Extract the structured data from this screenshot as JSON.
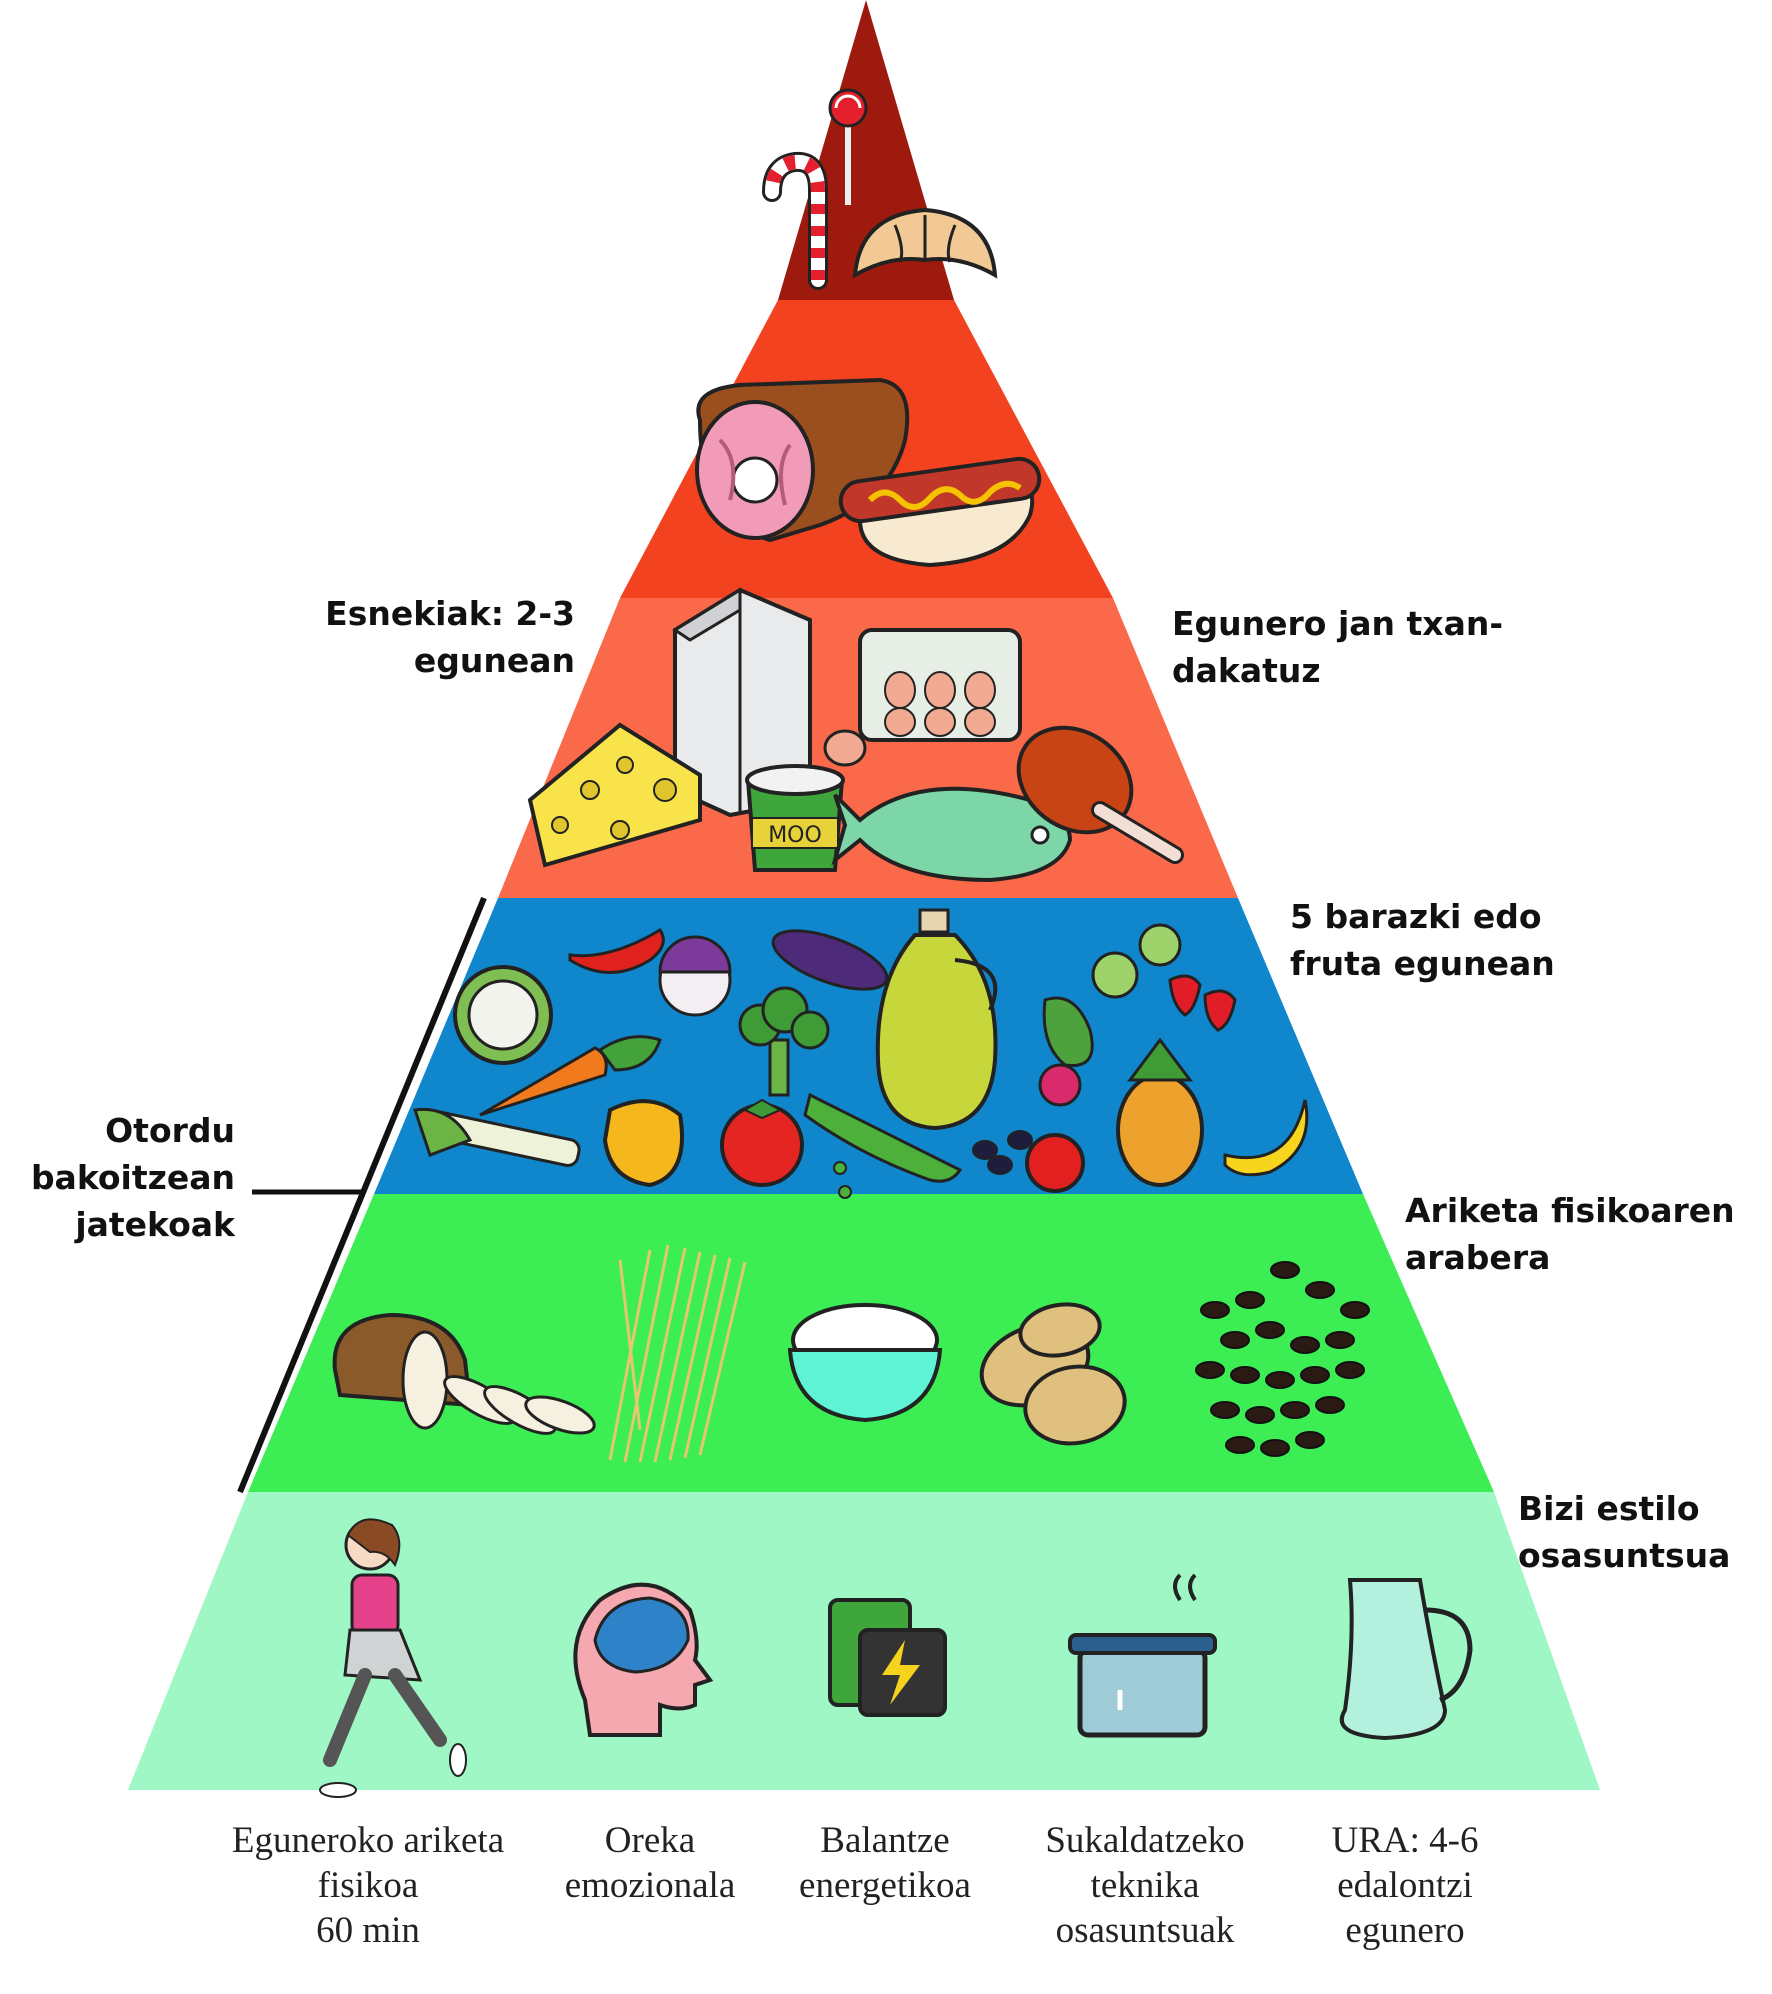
{
  "labels": {
    "dairy": "Esnekiak: 2-3\negunean",
    "rotate": "Egunero jan txan-\ndakatuz",
    "fruit": "5 barazki edo\nfruta egunean",
    "meal": "Otordu\nbakoitzean\njatekoak",
    "exercise": "Ariketa fisikoaren\narabera",
    "lifestyle": "Bizi estilo\nosasuntsua",
    "moo": "MOO"
  },
  "captions": [
    "Eguneroko ariketa\nfisikoa\n60 min",
    "Oreka\nemozionala",
    "Balantze\nenergetikoa",
    "Sukaldatzeko\nteknika\nosasuntsuak",
    "URA: 4-6\nedalontzi\negunero"
  ],
  "tiers": [
    {
      "name": "sweets",
      "color": "#9e1a0f",
      "foods": [
        "lollipop-icon",
        "candy-cane-icon",
        "croissant-icon"
      ]
    },
    {
      "name": "processed-meat",
      "color": "#f2421f",
      "foods": [
        "ham-icon",
        "hot-dog-icon"
      ]
    },
    {
      "name": "protein-dairy",
      "color": "#f9694a",
      "foods": [
        "milk-carton-icon",
        "egg-carton-icon",
        "cheese-icon",
        "yogurt-icon",
        "fish-icon",
        "chicken-leg-icon"
      ]
    },
    {
      "name": "fruit-vegetables",
      "color": "#1087cc",
      "foods": [
        "cauliflower-icon",
        "chili-icon",
        "turnip-icon",
        "eggplant-icon",
        "olive-oil-icon",
        "brussels-sprout-icon",
        "strawberry-icon",
        "carrot-icon",
        "broccoli-icon",
        "lettuce-icon",
        "radish-icon",
        "pineapple-icon",
        "leek-icon",
        "bell-pepper-icon",
        "tomato-icon",
        "pea-pod-icon",
        "olives-icon",
        "apple-icon",
        "banana-icon"
      ]
    },
    {
      "name": "carbohydrates",
      "color": "#3ded54",
      "foods": [
        "bread-icon",
        "spaghetti-icon",
        "rice-bowl-icon",
        "potato-icon",
        "bean-icon"
      ]
    },
    {
      "name": "lifestyle",
      "color": "#9ef7c4",
      "foods": [
        "runner-icon",
        "head-icon",
        "battery-icon",
        "pot-icon",
        "jug-icon"
      ]
    }
  ]
}
